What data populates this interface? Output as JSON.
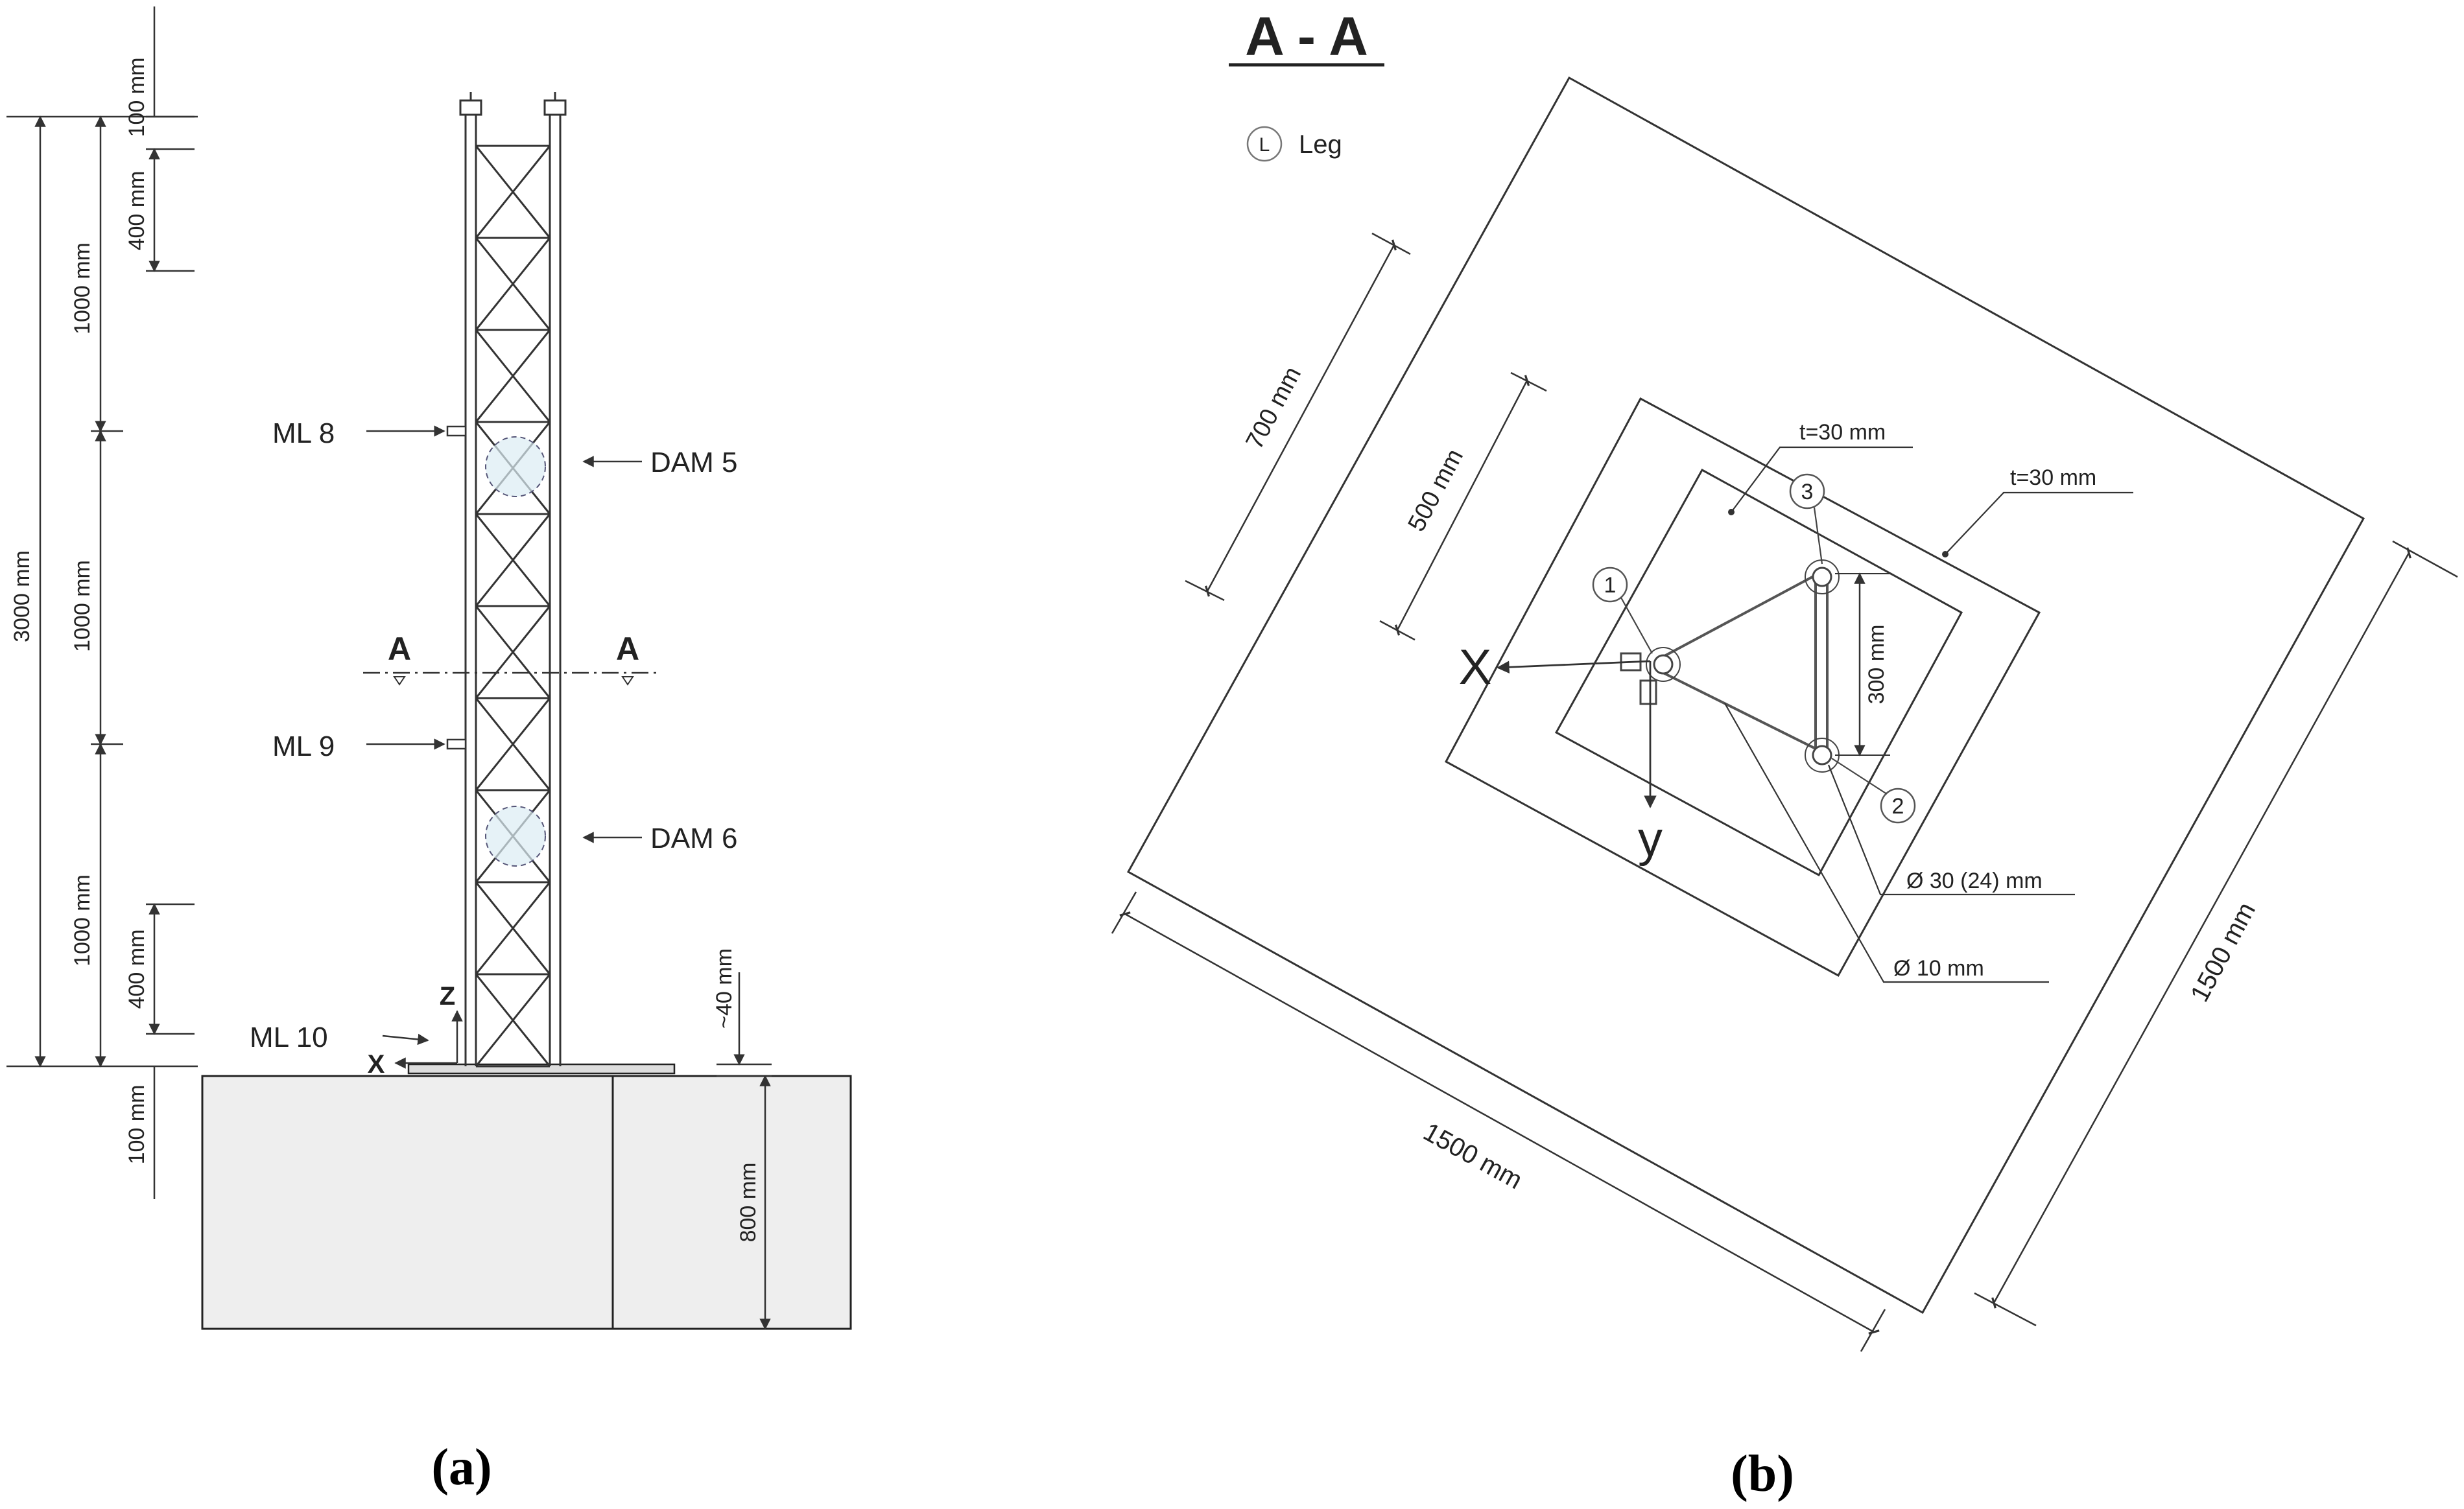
{
  "panel_a": {
    "caption": "(a)",
    "dims_left": {
      "top_100": "100 mm",
      "top_400": "400 mm",
      "seg1_1000": "1000 mm",
      "seg2_1000": "1000 mm",
      "seg3_1000": "1000 mm",
      "total_3000": "3000 mm",
      "bottom_400": "400 mm",
      "bottom_100": "100 mm"
    },
    "labels": {
      "ml8": "ML 8",
      "ml9": "ML 9",
      "ml10": "ML 10",
      "dam5": "DAM 5",
      "dam6": "DAM 6",
      "section_left": "A",
      "section_right": "A",
      "axis_z": "Z",
      "axis_x": "X"
    },
    "dims_right": {
      "gap_40": "~40 mm",
      "block_800": "800 mm"
    }
  },
  "panel_b": {
    "caption": "(b)",
    "section_title": "A - A",
    "legend_symbol": "L",
    "legend_label": "Leg",
    "dims": {
      "d700": "700 mm",
      "d500": "500 mm",
      "d300": "300 mm",
      "d1500_bottom": "1500 mm",
      "d1500_right": "1500 mm"
    },
    "thickness_inner": "t=30 mm",
    "thickness_outer": "t=30 mm",
    "diameters": {
      "leg": "Ø 30 (24) mm",
      "brace": "Ø 10 mm"
    },
    "legs": [
      "1",
      "2",
      "3"
    ],
    "axis_x": "X",
    "axis_y": "y"
  }
}
